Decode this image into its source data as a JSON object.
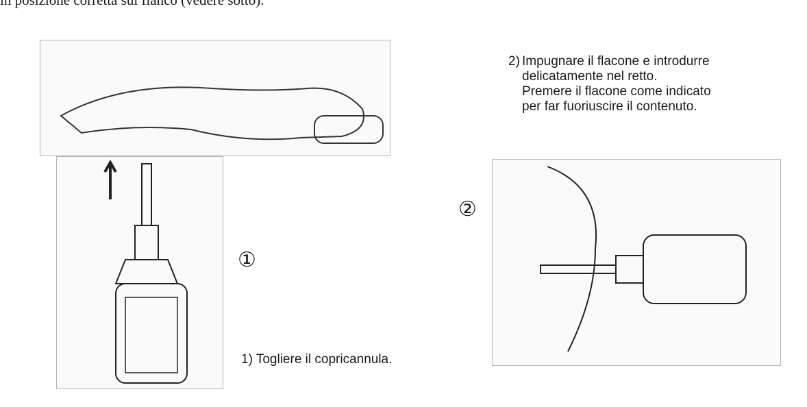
{
  "document": {
    "cut_text_line": "in posizione corretta sul fianco (vedere sotto)."
  },
  "steps": [
    {
      "marker": "①",
      "caption_number": "1)",
      "caption_lines": [
        "Togliere il copricannula."
      ]
    },
    {
      "marker": "②",
      "caption_number": "2)",
      "caption_lines": [
        "Impugnare il flacone e introdurre",
        "delicatamente nel retto.",
        "Premere il flacone come indicato",
        "per far fuoriuscire il contenuto."
      ]
    }
  ]
}
